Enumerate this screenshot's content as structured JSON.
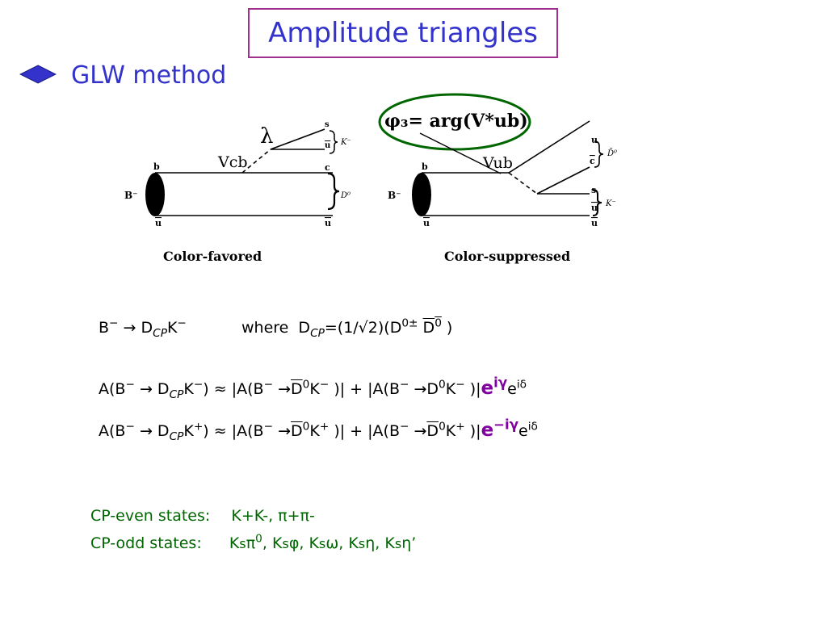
{
  "title": "Amplitude triangles",
  "subtitle": "GLW method",
  "colors": {
    "title_text": "#3333cc",
    "title_border": "#a0308f",
    "accent_green": "#006600",
    "highlight": "#8000a0",
    "bullet": "#3333cc"
  },
  "icons": {
    "bullet": "diamond-bullet-icon"
  },
  "diagram_left": {
    "caption": "Color-favored",
    "meson": "B⁻",
    "quark_top": "b",
    "quark_bottom": "u",
    "quark_c": "c",
    "quark_s": "s",
    "quark_u": "u",
    "ckm": "Vcb",
    "lambda": "λ",
    "kaon": "K⁻",
    "dmeson": "D⁰"
  },
  "diagram_right": {
    "caption": "Color-suppressed",
    "meson": "B⁻",
    "quark_top": "b",
    "quark_bottom": "u",
    "quark_u": "u",
    "quark_c": "c",
    "quark_s": "s",
    "quark_u2": "u",
    "ckm": "Vub",
    "phase_label": "φ₃= arg(V*ub)",
    "kaon": "K⁻",
    "dmeson": "D̄⁰"
  },
  "eq1": {
    "lhs": "B⁻ → D_CP K⁻",
    "where": "where",
    "rhs": "D_CP=(1/√2)(D⁰± D̄⁰ )"
  },
  "eq2": {
    "text": "A(B⁻ → D_CP K⁻) ≈ |A(B⁻ → D̄⁰K⁻ )| + |A(B⁻ → D⁰K⁻ )| e^iγ e^iδ"
  },
  "eq3": {
    "text": "A(B⁻ → D_CP K⁺) ≈ |A(B⁻ → D̄⁰K⁺ )| + |A(B⁻ → D̄⁰K⁺ )| e^−iγ e^iδ"
  },
  "cp_even": {
    "label": "CP-even states:",
    "value": "K+K-, π+π-"
  },
  "cp_odd": {
    "label": "CP-odd states:",
    "value": "Ksπ⁰, Ksφ, Ksω, Ksη, Ksη’"
  }
}
